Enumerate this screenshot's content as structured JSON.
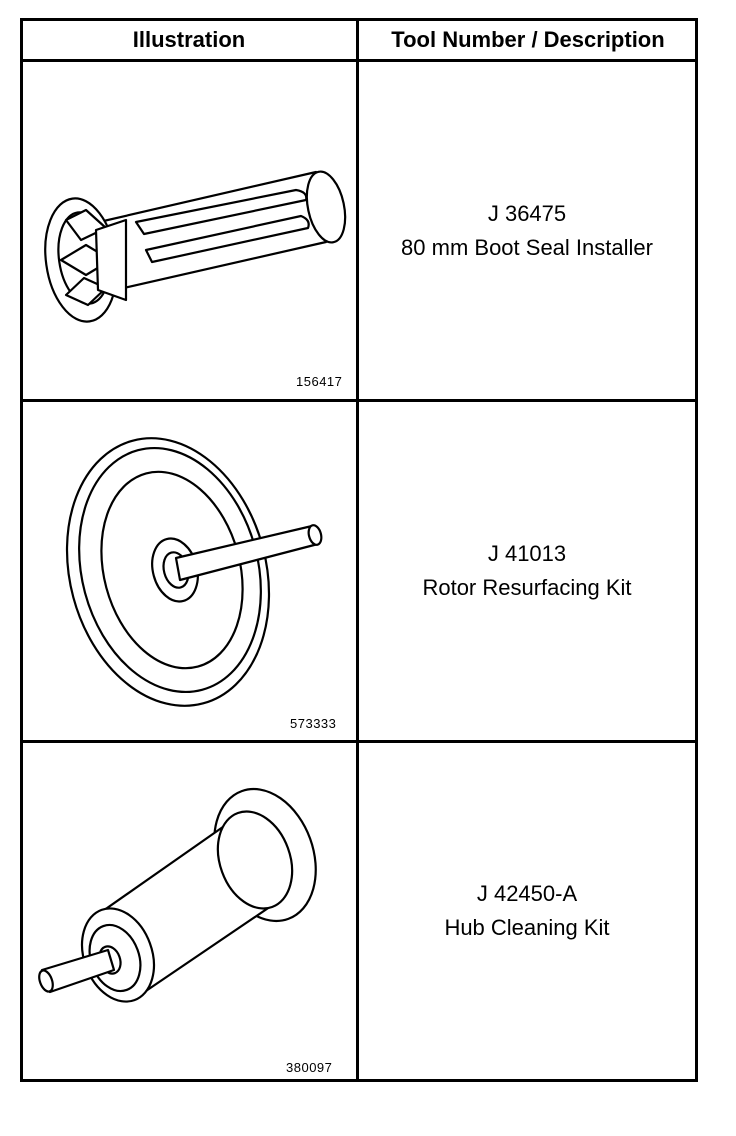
{
  "header": {
    "col_illustration": "Illustration",
    "col_tool": "Tool Number / Description"
  },
  "rows": [
    {
      "tool_number": "J 36475",
      "description": "80 mm Boot Seal Installer",
      "figure_number": "156417",
      "icon": "boot-seal-installer-illustration"
    },
    {
      "tool_number": "J 41013",
      "description": "Rotor Resurfacing Kit",
      "figure_number": "573333",
      "icon": "rotor-resurfacing-kit-illustration"
    },
    {
      "tool_number": "J 42450-A",
      "description": "Hub Cleaning Kit",
      "figure_number": "380097",
      "icon": "hub-cleaning-kit-illustration"
    }
  ]
}
